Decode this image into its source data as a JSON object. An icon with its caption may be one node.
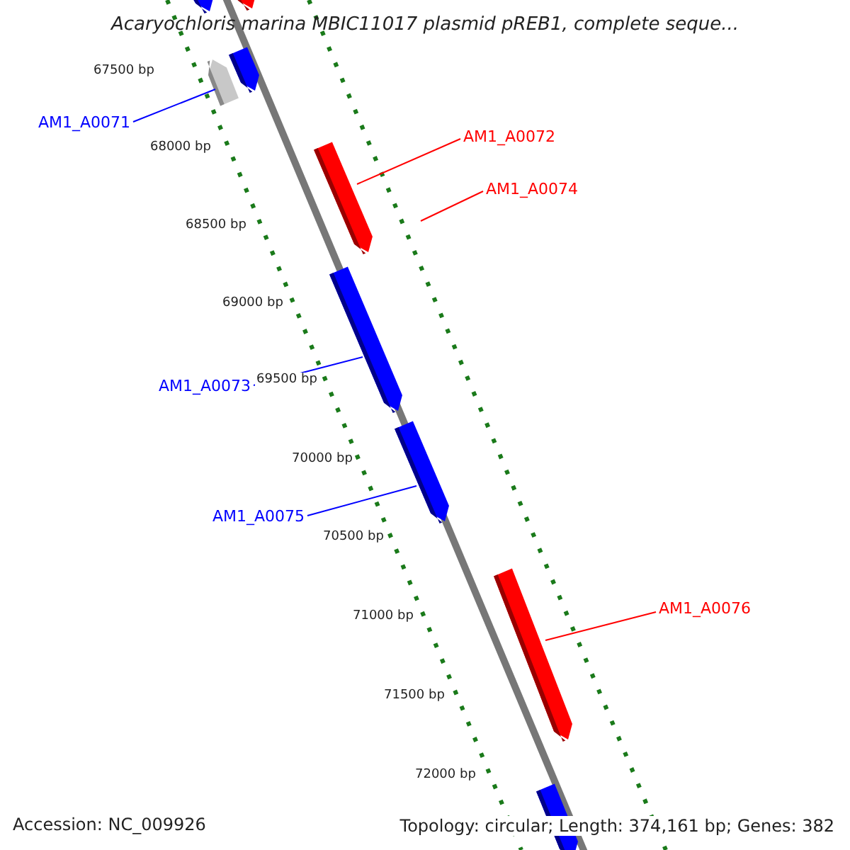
{
  "diagram": {
    "title": "Acaryochloris marina MBIC11017 plasmid pREB1, complete seque...",
    "nodes": [
      {
        "text": [
          "AM1_A0071"
        ]
      },
      {
        "text": [],
        "shape": "bar"
      },
      {
        "text": [
          "AM1_A0072"
        ]
      },
      {
        "text": [],
        "shape": "bar"
      },
      {
        "text": [
          "AM1_A0074"
        ]
      },
      {
        "text": [
          "AM1_A0073"
        ]
      },
      {
        "text": [],
        "shape": "bar"
      },
      {
        "text": [
          "AM1_A0075"
        ]
      },
      {
        "text": [],
        "shape": "bar"
      },
      {
        "text": [
          "AM1_A0076"
        ]
      },
      {
        "text": [],
        "shape": "bar"
      }
    ],
    "edges": [
      {
        "from": 0,
        "to": 1,
        "arrow": "none",
        "color": "#0000ff"
      },
      {
        "from": 2,
        "to": 3,
        "arrow": "none",
        "color": "#ff0000"
      },
      {
        "from": 4,
        "to": null,
        "arrow": "none",
        "color": "#ff0000"
      },
      {
        "from": 5,
        "to": 6,
        "arrow": "none",
        "color": "#0000ff"
      },
      {
        "from": 7,
        "to": 8,
        "arrow": "none",
        "color": "#0000ff"
      },
      {
        "from": 9,
        "to": 10,
        "arrow": "none",
        "color": "#ff0000"
      }
    ],
    "labels": [
      "67500 bp",
      "68000 bp",
      "68500 bp",
      "69000 bp",
      "69500 bp",
      "70000 bp",
      "70500 bp",
      "71000 bp",
      "71500 bp",
      "72000 bp",
      "Accession: NC_009926",
      "Topology: circular; Length: 374,161 bp; Genes: 382"
    ]
  }
}
